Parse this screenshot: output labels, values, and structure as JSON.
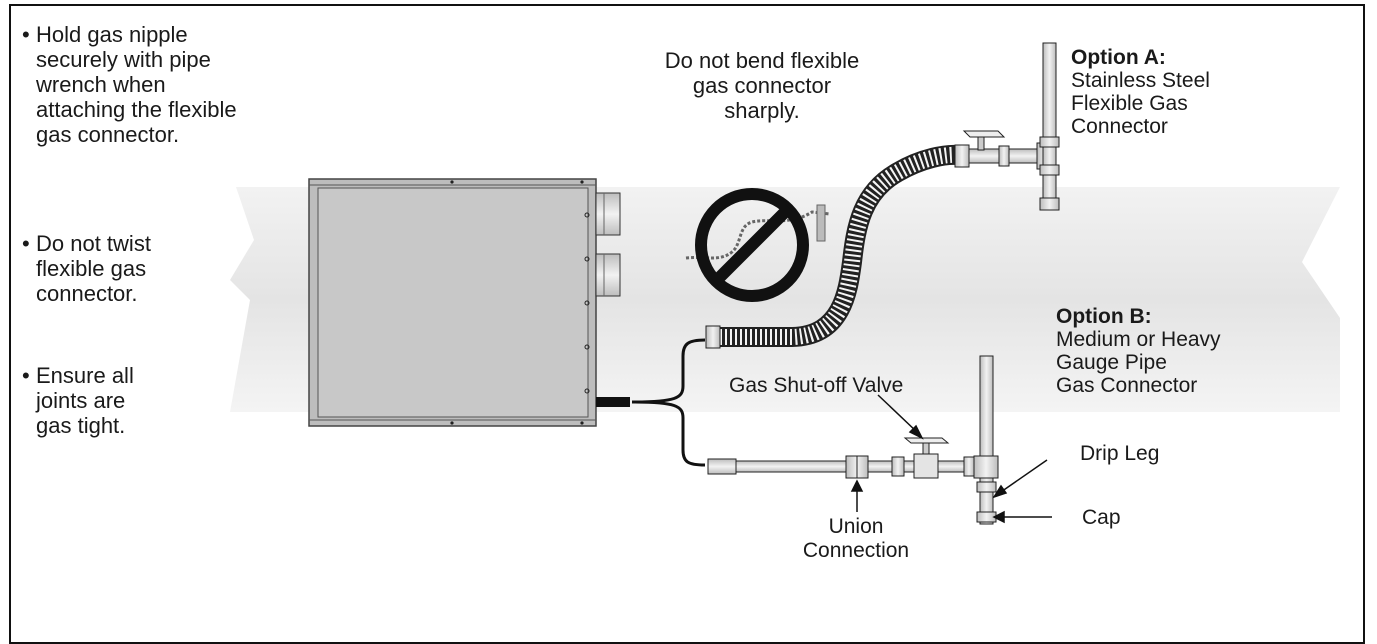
{
  "notes": [
    {
      "lines": [
        "Hold gas nipple",
        "securely with pipe",
        "wrench when",
        "attaching the flexible",
        "gas connector."
      ]
    },
    {
      "lines": [
        "Do not twist",
        "flexible gas",
        "connector."
      ]
    },
    {
      "lines": [
        "Ensure all",
        "joints are",
        "gas tight."
      ]
    }
  ],
  "warning": {
    "lines": [
      "Do not bend flexible",
      "gas connector",
      "sharply."
    ]
  },
  "option_a": {
    "title": "Option A:",
    "lines": [
      "Stainless Steel",
      "Flexible Gas",
      "Connector"
    ]
  },
  "option_b": {
    "title": "Option B:",
    "lines": [
      "Medium or Heavy",
      "Gauge Pipe",
      "Gas Connector"
    ]
  },
  "labels": {
    "shutoff_valve": "Gas Shut-off Valve",
    "drip_leg": "Drip Leg",
    "cap": "Cap",
    "union": [
      "Union",
      "Connection"
    ]
  },
  "colors": {
    "band": "#e6e6e6",
    "heater": "#c8c8c8",
    "pipe": "#d9d9d9",
    "stroke": "#222222"
  },
  "icons": [
    "prohibition-icon"
  ]
}
